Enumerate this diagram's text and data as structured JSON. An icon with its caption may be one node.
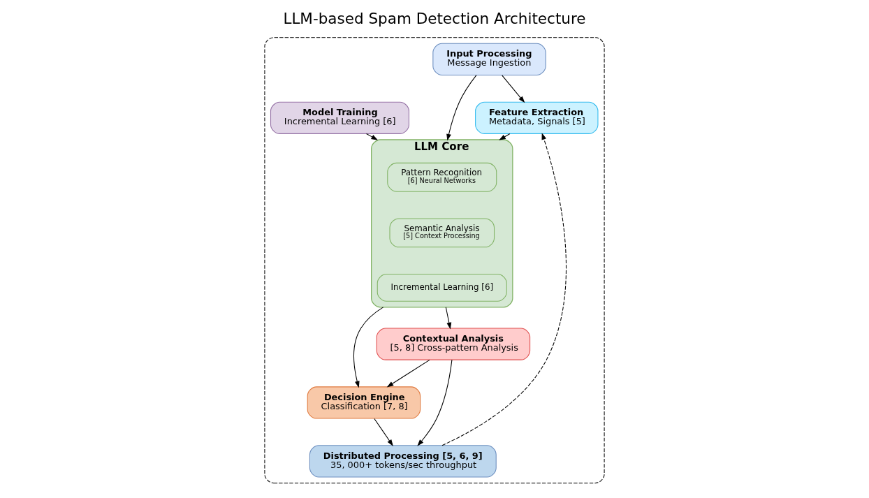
{
  "diagram": {
    "title": "LLM-based Spam Detection Architecture",
    "nodes": [
      {
        "text": [],
        "shape": "box"
      },
      {
        "text": [
          "Input Processing",
          "Message Ingestion"
        ],
        "in": 0
      },
      {
        "text": [
          "LLM Core"
        ],
        "in": 0
      },
      {
        "text": [
          "Pattern Recognition",
          "[6] Neural Networks"
        ],
        "in": 2
      },
      {
        "text": [
          "Semantic Analysis",
          "[5] Context Processing"
        ],
        "in": 2
      },
      {
        "text": [
          "Incremental Learning [6]"
        ],
        "in": 2
      },
      {
        "text": [
          "Model Training",
          "Incremental Learning [6]"
        ],
        "in": 0
      },
      {
        "text": [
          "Feature Extraction",
          "Metadata, Signals [5]"
        ],
        "in": 0
      },
      {
        "text": [
          "Decision Engine",
          "Classification [7, 8]"
        ],
        "in": 0
      },
      {
        "text": [
          "Contextual Analysis",
          "[5, 8] Cross-pattern Analysis"
        ],
        "in": 0
      },
      {
        "text": [
          "Distributed Processing [5, 6, 9]",
          "35, 000+ tokens/sec throughput"
        ],
        "in": 0
      }
    ],
    "edges": [
      {
        "from": 1,
        "to": 2,
        "arrow": "to"
      },
      {
        "from": 6,
        "to": 2,
        "arrow": "to"
      },
      {
        "from": 1,
        "to": 7,
        "arrow": "to"
      },
      {
        "from": 7,
        "to": 2,
        "arrow": "to"
      },
      {
        "from": 2,
        "to": 8,
        "arrow": "to"
      },
      {
        "from": 2,
        "to": 9,
        "arrow": "to"
      },
      {
        "from": 9,
        "to": 8,
        "arrow": "to"
      },
      {
        "from": 8,
        "to": 10,
        "arrow": "to"
      },
      {
        "from": 9,
        "to": 10,
        "arrow": "to"
      },
      {
        "from": 10,
        "to": 7,
        "arrow": "to",
        "style": "dashed"
      }
    ]
  }
}
